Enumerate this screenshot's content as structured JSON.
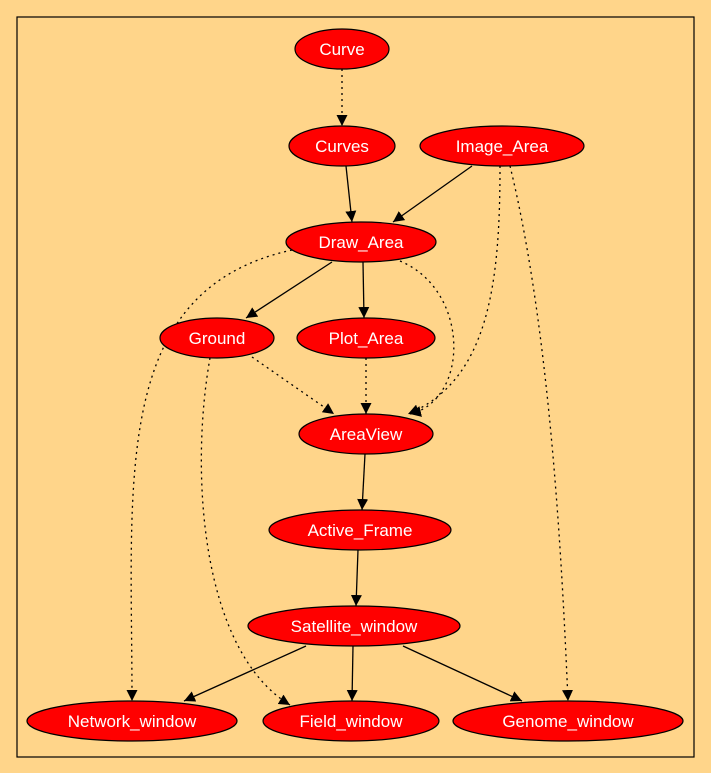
{
  "colors": {
    "background": "#FFD58A",
    "node_fill": "#FF0000",
    "node_stroke": "#000000",
    "label": "#FFFFFF",
    "edge": "#000000",
    "frame": "#000000"
  },
  "nodes": [
    {
      "id": "curve",
      "label": "Curve"
    },
    {
      "id": "curves",
      "label": "Curves"
    },
    {
      "id": "image_area",
      "label": "Image_Area"
    },
    {
      "id": "draw_area",
      "label": "Draw_Area"
    },
    {
      "id": "ground",
      "label": "Ground"
    },
    {
      "id": "plot_area",
      "label": "Plot_Area"
    },
    {
      "id": "areaview",
      "label": "AreaView"
    },
    {
      "id": "active_frame",
      "label": "Active_Frame"
    },
    {
      "id": "satellite_window",
      "label": "Satellite_window"
    },
    {
      "id": "network_window",
      "label": "Network_window"
    },
    {
      "id": "field_window",
      "label": "Field_window"
    },
    {
      "id": "genome_window",
      "label": "Genome_window"
    }
  ],
  "edges": [
    {
      "from": "curve",
      "to": "curves",
      "style": "dotted"
    },
    {
      "from": "curves",
      "to": "draw_area",
      "style": "solid"
    },
    {
      "from": "image_area",
      "to": "draw_area",
      "style": "solid"
    },
    {
      "from": "image_area",
      "to": "areaview",
      "style": "dotted"
    },
    {
      "from": "image_area",
      "to": "genome_window",
      "style": "dotted"
    },
    {
      "from": "draw_area",
      "to": "ground",
      "style": "solid"
    },
    {
      "from": "draw_area",
      "to": "plot_area",
      "style": "solid"
    },
    {
      "from": "draw_area",
      "to": "areaview",
      "style": "dotted"
    },
    {
      "from": "draw_area",
      "to": "network_window",
      "style": "dotted"
    },
    {
      "from": "ground",
      "to": "areaview",
      "style": "dotted"
    },
    {
      "from": "ground",
      "to": "field_window",
      "style": "dotted"
    },
    {
      "from": "plot_area",
      "to": "areaview",
      "style": "dotted"
    },
    {
      "from": "areaview",
      "to": "active_frame",
      "style": "solid"
    },
    {
      "from": "active_frame",
      "to": "satellite_window",
      "style": "solid"
    },
    {
      "from": "satellite_window",
      "to": "network_window",
      "style": "solid"
    },
    {
      "from": "satellite_window",
      "to": "field_window",
      "style": "solid"
    },
    {
      "from": "satellite_window",
      "to": "genome_window",
      "style": "solid"
    }
  ]
}
